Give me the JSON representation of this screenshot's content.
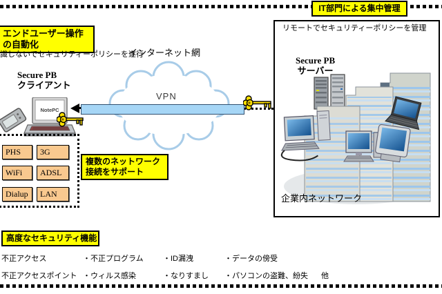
{
  "colors": {
    "yellow": "#ffff00",
    "peach": "#f9c98f",
    "bar-blue": "#a6d6f6",
    "bar-border": "#2f4f6f",
    "cloud-stroke": "#a8cce8"
  },
  "banners": {
    "it_management": "IT部門による集中管理"
  },
  "client": {
    "automation_callout": {
      "line1": "エンドユーザー操作",
      "line2": "の自動化"
    },
    "policy_note": "意識しないでセキュリティーポリシーを遂行",
    "title_line1": "Secure PB",
    "title_line2": "クライアント",
    "laptop_label": "NotePC",
    "networks": [
      "PHS",
      "3G",
      "WiFi",
      "ADSL",
      "Dialup",
      "LAN"
    ],
    "network_callout": {
      "line1": "複数のネットワーク",
      "line2": "接続をサポート"
    }
  },
  "internet": {
    "label": "インターネット網",
    "vpn": "VPN"
  },
  "enterprise": {
    "policy_note": "リモートでセキュリティーポリシーを管理",
    "title_line1": "Secure PB",
    "title_line2": "サーバー",
    "caption": "企業内ネットワーク"
  },
  "security": {
    "callout": "高度なセキュリティ機能",
    "row1": [
      "不正アクセス",
      "・不正プログラム",
      "・ID漏洩",
      "・データの傍受"
    ],
    "row2": [
      "不正アクセスポイント",
      "・ウィルス感染",
      "・なりすまし",
      "・パソコンの盗難、紛失",
      "他"
    ]
  }
}
